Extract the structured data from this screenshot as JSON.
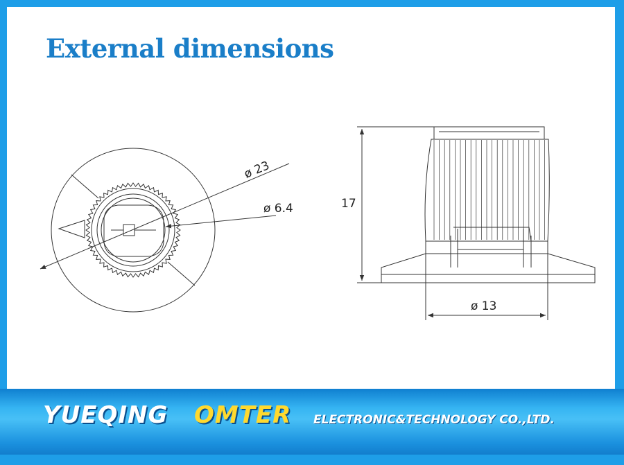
{
  "title": "External dimensions",
  "dimensions": {
    "outer_diameter": "ø 23",
    "shaft_diameter": "ø 6.4",
    "height": "17",
    "body_diameter": "ø 13"
  },
  "banner": {
    "brand_1": "YUEQING",
    "brand_2": "OMTER",
    "tagline": "ELECTRONIC&TECHNOLOGY  CO.,LTD."
  },
  "colors": {
    "frame_blue": "#1e9ee8",
    "title_blue": "#1a7ec8",
    "brand_yellow": "#ffd92e",
    "line": "#333333"
  }
}
